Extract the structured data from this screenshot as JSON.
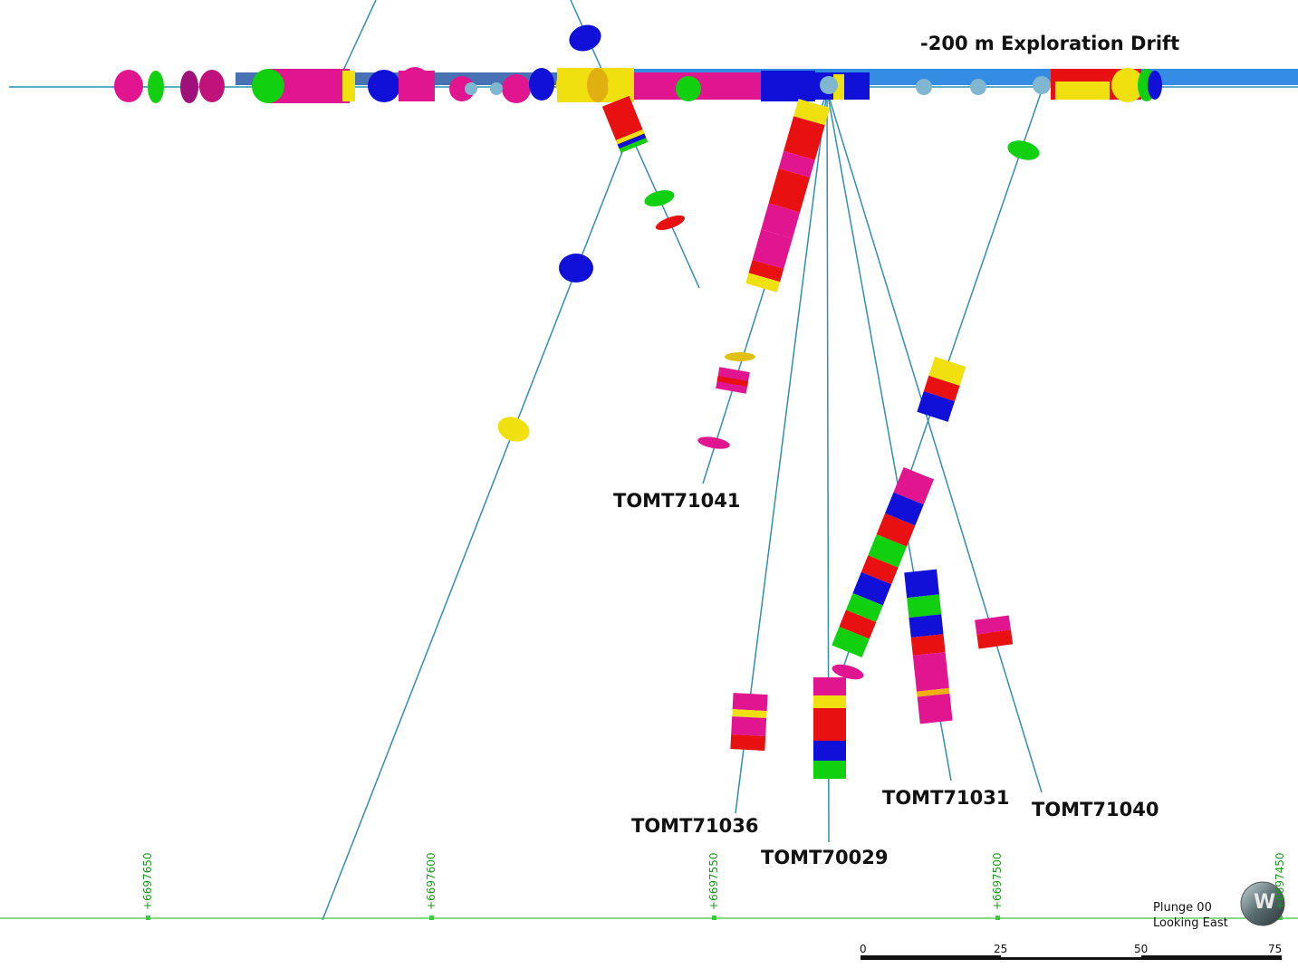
{
  "title": "-200 m Exploration Drift",
  "holes": [
    {
      "id": "TOMT71041"
    },
    {
      "id": "TOMT71036"
    },
    {
      "id": "TOMT70029"
    },
    {
      "id": "TOMT71031"
    },
    {
      "id": "TOMT71040"
    }
  ],
  "grid_labels": [
    "+6697650",
    "+6697600",
    "+6697550",
    "+6697500",
    "+6697450"
  ],
  "view": {
    "plunge": "Plunge 00",
    "direction": "Looking East"
  },
  "scale": {
    "ticks": [
      "0",
      "25",
      "50",
      "75"
    ]
  },
  "compass": {
    "letter": "W"
  },
  "colors": {
    "hole_trace": "#2f8fb5",
    "grid": "#3cc83c",
    "drift": "#1f7fe0",
    "magenta": "#e0158f",
    "red": "#e81010",
    "blue": "#1010d8",
    "green": "#10d010",
    "yellow": "#f0e010"
  }
}
